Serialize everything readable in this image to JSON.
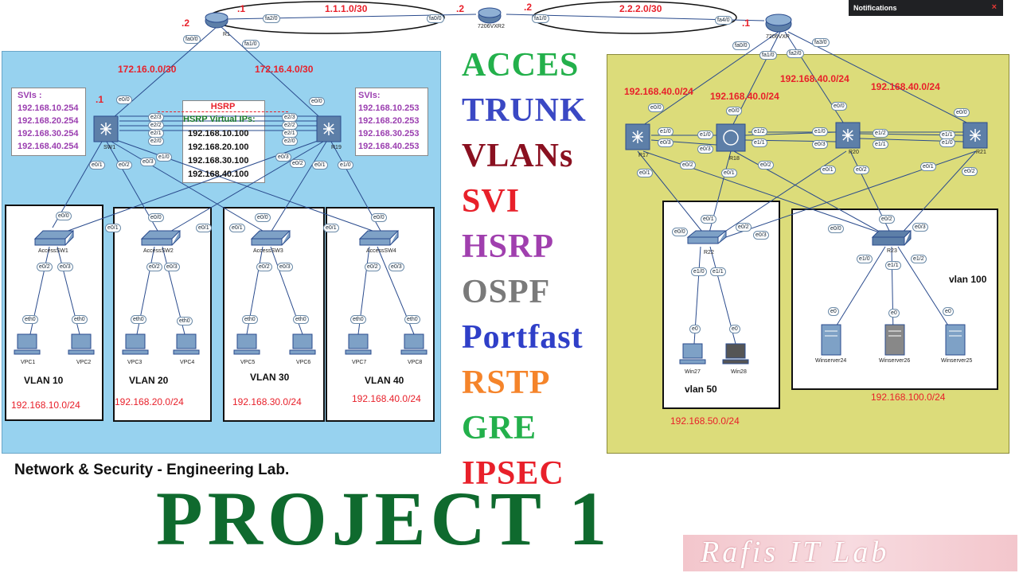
{
  "notification": {
    "title": "Notifications",
    "close": "×"
  },
  "wan": {
    "r1_label": "R1",
    "core_label": "7206VXR2",
    "right_label": "7206VXR",
    "link1_net": "1.1.1.0/30",
    "link2_net": "2.2.2.0/30",
    "r1_dot": ".1",
    "r1_left_dot": ".2",
    "core_left_dot": ".2",
    "core_right_dot": ".2",
    "right_dot": ".1",
    "r1_ifs": [
      "fa2/0",
      "fa0/0",
      "fa1/0"
    ],
    "core_ifs": [
      "fa0/0",
      "fa1/0"
    ],
    "right_ifs": [
      "fa4/0",
      "fa0/0",
      "fa1/0",
      "fa2/0",
      "fa3/0"
    ]
  },
  "left_site": {
    "net_r1_sw1": "172.16.0.0/30",
    "net_r1_r19": "172.16.4.0/30",
    "sw1_dot": ".1",
    "svis_left": {
      "title": "SVIs :",
      "ips": [
        "192.168.10.254",
        "192.168.20.254",
        "192.168.30.254",
        "192.168.40.254"
      ]
    },
    "svis_right": {
      "title": "SVIs:",
      "ips": [
        "192.168.10.253",
        "192.168.20.253",
        "192.168.30.253",
        "192.168.40.253"
      ]
    },
    "hsrp": {
      "title": "HSRP",
      "subtitle": "HSRP Virtual IPs:",
      "ips": [
        "192.168.10.100",
        "192.168.20.100",
        "192.168.30.100",
        "192.168.40.100"
      ]
    },
    "switches": {
      "sw1": "SW1",
      "r19": "R19"
    },
    "sw1_ifs": [
      "e0/0",
      "e0/1",
      "e0/2",
      "e0/3",
      "e1/0",
      "e2/3",
      "e2/2",
      "e2/1",
      "e2/0"
    ],
    "r19_ifs": [
      "e0/0",
      "e0/1",
      "e0/2",
      "e0/3",
      "e1/0",
      "e2/3",
      "e2/2",
      "e2/1",
      "e2/0"
    ],
    "access": [
      {
        "name": "AccessSW1",
        "uplinks": [
          "e0/0",
          "e0/1"
        ],
        "downlinks": [
          "e0/2",
          "e0/3"
        ],
        "pcs": [
          "VPC1",
          "VPC2"
        ],
        "pc_if": "eth0",
        "vlan": "VLAN 10",
        "net": "192.168.10.0/24"
      },
      {
        "name": "AccessSW2",
        "uplinks": [
          "e0/0",
          "e0/1"
        ],
        "downlinks": [
          "e0/2",
          "e0/3"
        ],
        "pcs": [
          "VPC3",
          "VPC4"
        ],
        "pc_if": "eth0",
        "vlan": "VLAN 20",
        "net": "192.168.20.0/24"
      },
      {
        "name": "AccessSW3",
        "uplinks": [
          "e0/0",
          "e0/1"
        ],
        "downlinks": [
          "e0/2",
          "e0/3"
        ],
        "pcs": [
          "VPC5",
          "VPC6"
        ],
        "pc_if": "eth0",
        "vlan": "VLAN 30",
        "net": "192.168.30.0/24"
      },
      {
        "name": "AccessSW4",
        "uplinks": [
          "e0/0",
          "e0/1"
        ],
        "downlinks": [
          "e0/2",
          "e0/3"
        ],
        "pcs": [
          "VPC7",
          "VPC8"
        ],
        "pc_if": "eth0",
        "vlan": "VLAN 40",
        "net": "192.168.40.0/24"
      }
    ]
  },
  "right_site": {
    "nets": [
      "192.168.40.0/24",
      "192.168.40.0/24",
      "192.168.40.0/24",
      "192.168.40.0/24"
    ],
    "routers": [
      "R17",
      "R18",
      "R20",
      "R21"
    ],
    "r22": "R22",
    "r23": "R23",
    "vlan50": {
      "title": "vlan 50",
      "net": "192.168.50.0/24",
      "hosts": [
        "Win27",
        "Win28"
      ]
    },
    "vlan100": {
      "title": "vlan 100",
      "net": "192.168.100.0/24",
      "hosts": [
        "Winserver24",
        "Winserver26",
        "Winserver25"
      ]
    },
    "ifs": [
      "e0/0",
      "e0/1",
      "e0/2",
      "e0/3",
      "e1/0",
      "e1/1",
      "e1/2",
      "e1/0",
      "e1/1",
      "e0/0",
      "e0/1",
      "e0/2",
      "e0/3",
      "e0/0",
      "e0/1",
      "e0/2",
      "e1/0",
      "e1/1",
      "e1/2",
      "e0/0",
      "e0/1",
      "e0/2",
      "e0/3",
      "e1/0",
      "e1/1",
      "e1/2",
      "e0"
    ]
  },
  "keywords": [
    {
      "text": "ACCES",
      "color": "#23b04b"
    },
    {
      "text": "TRUNK",
      "color": "#3a48c4"
    },
    {
      "text": "VLANs",
      "color": "#8a1020"
    },
    {
      "text": "SVI",
      "color": "#e8202a"
    },
    {
      "text": "HSRP",
      "color": "#a03fae"
    },
    {
      "text": "OSPF",
      "color": "#7a7a7a"
    },
    {
      "text": "Portfast",
      "color": "#2f3fc8"
    },
    {
      "text": "RSTP",
      "color": "#f5842a"
    },
    {
      "text": "GRE",
      "color": "#23b04b"
    },
    {
      "text": "IPSEC",
      "color": "#e8202a"
    }
  ],
  "footer": {
    "lab_title": "Network & Security - Engineering Lab.",
    "project": "PROJECT 1",
    "brand": "Rafis IT Lab"
  },
  "colors": {
    "left_bg": "#97d2ef",
    "right_bg": "#dcdc7a",
    "project": "#0f6a2e",
    "net_label": "#e8202a"
  }
}
